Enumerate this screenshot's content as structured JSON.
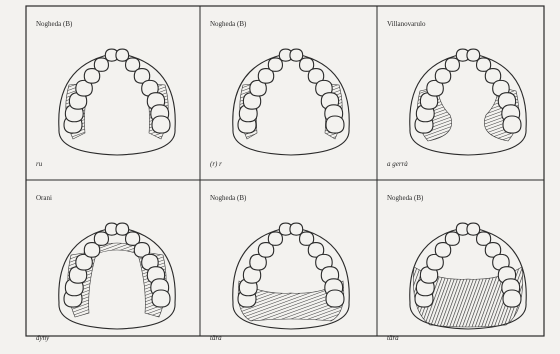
{
  "figure": {
    "panels": [
      {
        "title": "Nogheda (B)",
        "caption": "ru",
        "contact": "lateral"
      },
      {
        "title": "Nogheda (B)",
        "caption": "(r) r",
        "contact": "lateral-narrow"
      },
      {
        "title": "Villanovarulo",
        "caption": "a gerrà",
        "contact": "lateral-wide"
      },
      {
        "title": "Orani",
        "caption": "dyny",
        "contact": "lateral-front"
      },
      {
        "title": "Nogheda (B)",
        "caption": "tära",
        "contact": "back-band"
      },
      {
        "title": "Nogheda (B)",
        "caption": "tära",
        "contact": "back-full"
      }
    ]
  },
  "colors": {
    "paper": "#f3f2ef",
    "ink": "#2a2a2a",
    "hatch": "#3a3a3a"
  }
}
